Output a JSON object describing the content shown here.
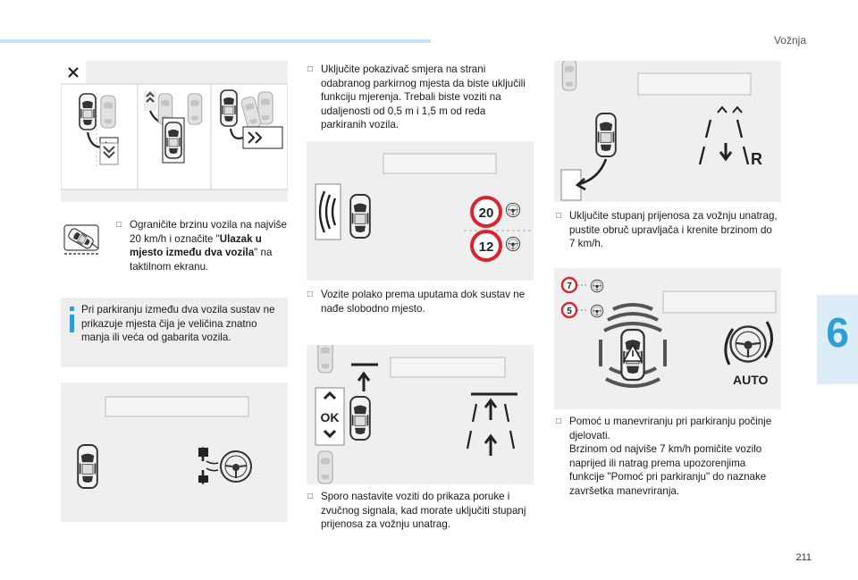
{
  "header": {
    "section": "Vožnja",
    "chapter": "6",
    "page_number": "211"
  },
  "icons": {
    "exit": "close-x-icon",
    "wheel": "steering-wheel-icon",
    "warning": "warning-triangle-icon"
  },
  "colors": {
    "accent": "#2d9ed8",
    "speed_red": "#d8242d",
    "panel": "#efefef"
  },
  "left": {
    "step1_parts": [
      "Ograničite brzinu vozila na najviše 20 km/h i označite \"",
      "Ulazak u mjesto između dva vozila",
      "\" na taktilnom ekranu."
    ],
    "info": "Pri parkiranju između dva vozila sustav ne prikazuje mjesta čija je veličina znatno manja ili veća od gabarita vozila."
  },
  "middle": {
    "step_indicator": "Uključite pokazivač smjera na strani odabranog parkirnog mjesta da biste uključili funkciju mjerenja. Trebali biste voziti na udaljenosti od 0,5 m i 1,5 m od reda parkiranih vozila.",
    "speed_top": "20",
    "speed_bottom": "12",
    "step_drive": "Vozite polako prema uputama dok sustav ne nađe slobodno mjesto.",
    "ok_label": "OK",
    "step_stop": "Sporo nastavite voziti do prikaza poruke i zvučnog signala, kad morate uključiti stupanj prijenosa za vožnju unatrag."
  },
  "right": {
    "reverse_label": "R",
    "step_reverse": "Uključite stupanj prijenosa za vožnju unatrag, pustite obruč upravljača i krenite brzinom do 7 km/h.",
    "speed_a": "7",
    "speed_b": "5",
    "auto_label": "AUTO",
    "step_assist": "Pomoć u manevriranju pri parkiranju počinje djelovati.",
    "step_assist_detail": "Brzinom od najviše 7 km/h pomičite vozilo naprijed ili natrag prema upozorenjima funkcije \"Pomoć pri parkiranju\" do naznake završetka manevriranja."
  }
}
